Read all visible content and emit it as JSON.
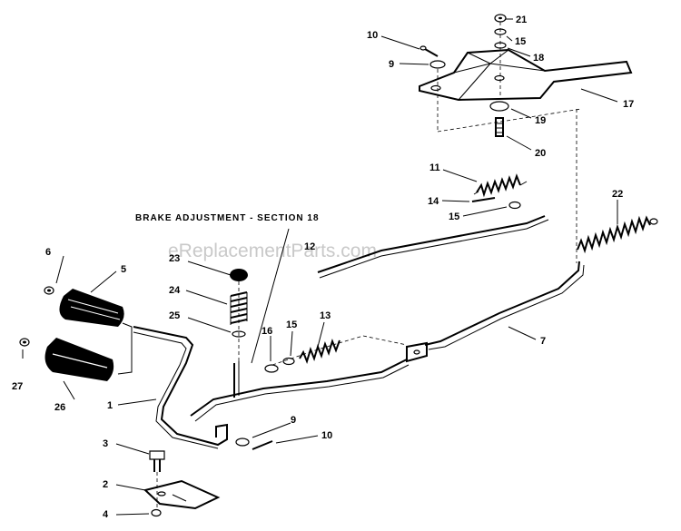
{
  "watermark": "eReplacementParts.com",
  "caption": "BRAKE ADJUSTMENT - SECTION 18",
  "part_numbers": {
    "p21": "21",
    "p15a": "15",
    "p10a": "10",
    "p18": "18",
    "p9a": "9",
    "p17": "17",
    "p19": "19",
    "p20": "20",
    "p11": "11",
    "p22": "22",
    "p14": "14",
    "p15b": "15",
    "p12": "12",
    "p6": "6",
    "p5": "5",
    "p23": "23",
    "p24": "24",
    "p25": "25",
    "p16": "16",
    "p15c": "15",
    "p13": "13",
    "p7": "7",
    "p27": "27",
    "p26": "26",
    "p1": "1",
    "p9b": "9",
    "p10b": "10",
    "p3": "3",
    "p2": "2",
    "p4": "4"
  }
}
